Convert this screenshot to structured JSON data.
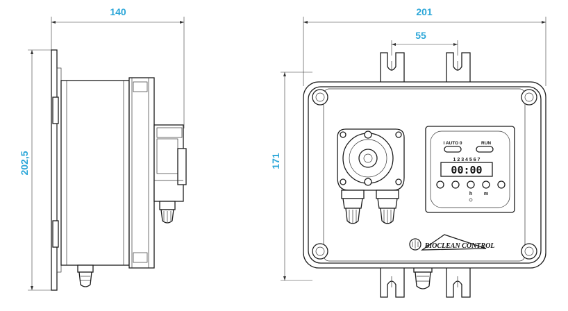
{
  "dimensions": {
    "side_width": "140",
    "side_height": "202,5",
    "front_width": "201",
    "front_mount_spacing": "55",
    "front_height": "171"
  },
  "timer": {
    "mode_label": "I AUTO 0",
    "run_label": "RUN",
    "days": "1 2 3 4 5 6 7",
    "display": "00:00",
    "button_labels": [
      "h",
      "m"
    ]
  },
  "brand": {
    "name": "BIOCLEAN CONTROL"
  },
  "colors": {
    "dimension_text": "#2aa6d8",
    "line": "#1b1b1b",
    "background": "#ffffff"
  }
}
